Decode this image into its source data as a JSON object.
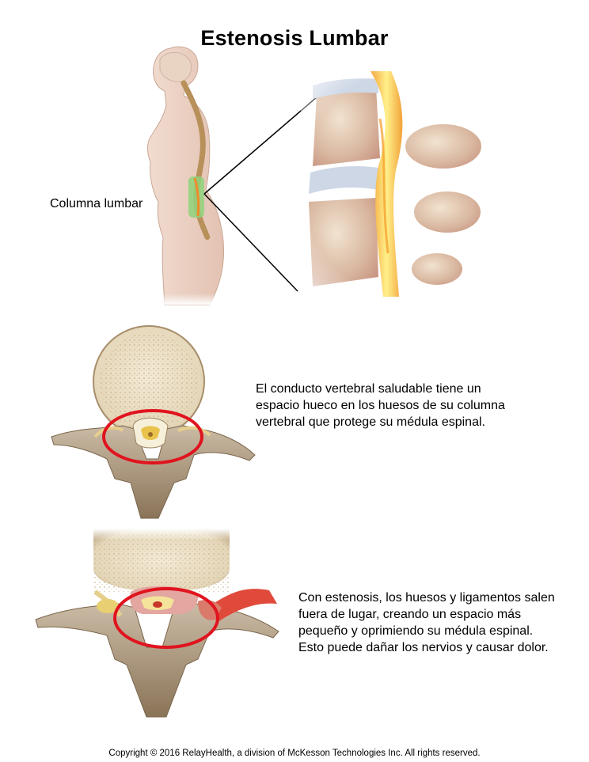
{
  "title": "Estenosis Lumbar",
  "body_label": "Columna lumbar",
  "healthy_text": "El conducto vertebral saludable tiene un espacio hueco en los huesos de su columna vertebral que protege su médula espinal.",
  "stenosis_text": "Con estenosis, los huesos y ligamentos salen fuera de lugar, creando un espacio más pequeño y oprimiendo su médula espinal. Esto puede dañar los nervios y causar dolor.",
  "copyright": "Copyright © 2016 RelayHealth, a division of McKesson Technologies Inc. All rights reserved.",
  "colors": {
    "highlight_circle": "#e0141e",
    "bone": "#e8dcc3",
    "spinal_cord": "#f5c542",
    "skin": "#ecd2c4"
  }
}
